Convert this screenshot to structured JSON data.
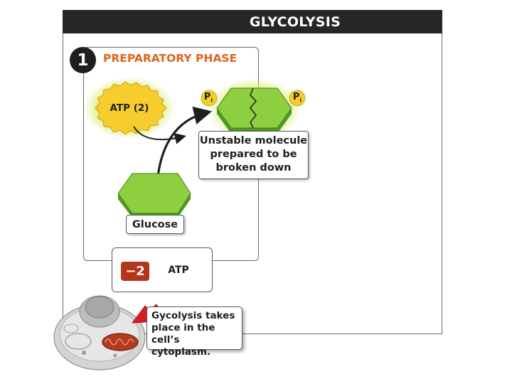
{
  "title": "GLYCOLYSIS",
  "phase": {
    "number": "1",
    "label": "PREPARATORY PHASE"
  },
  "atp_input": "ATP (2)",
  "phosphate": {
    "symbol": "P",
    "subscript": "i"
  },
  "unstable_label": [
    "Unstable molecule",
    "prepared to be",
    "broken down"
  ],
  "glucose_label": "Glucose",
  "atp_net": {
    "change": "−2",
    "label": "ATP"
  },
  "callout": [
    "Gycolysis takes",
    "place in the cell’s",
    "cytoplasm."
  ],
  "colors": {
    "title_bg": "#262626",
    "phase_label": "#e0631e",
    "hexagon_fill": "#8dcf3f",
    "hexagon_side": "#4f9a22",
    "atp_burst": "#f6cd2c",
    "atp_glow": "#cfe85a",
    "minus_badge": "#b2361a",
    "pointer_arrow": "#d81e1e"
  },
  "icons": [
    "atp-starburst-icon",
    "phosphate-icon",
    "hexagon-molecule-icon",
    "cell-illustration-icon",
    "red-pointer-arrow-icon"
  ]
}
